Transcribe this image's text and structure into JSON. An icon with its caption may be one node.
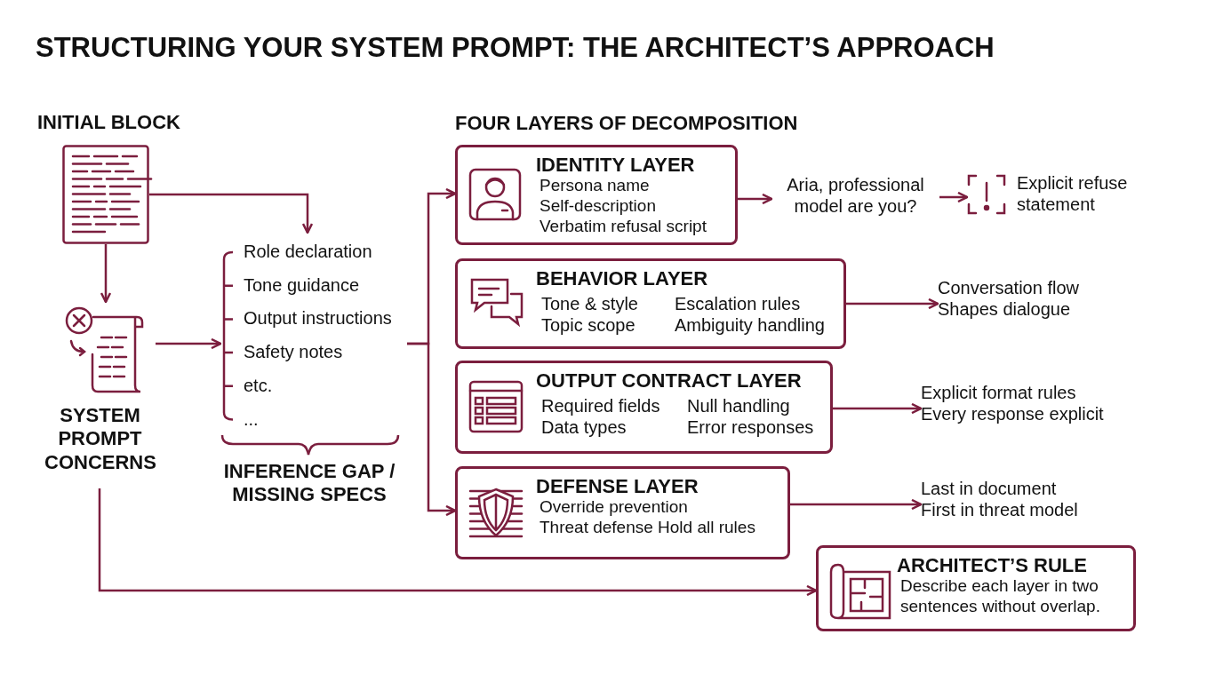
{
  "diagram": {
    "title": "STRUCTURING YOUR SYSTEM PROMPT: THE ARCHITECT’S APPROACH",
    "nodes": [
      {
        "text": [
          "INITIAL BLOCK"
        ]
      },
      {
        "text": [
          "SYSTEM PROMPT CONCERNS"
        ]
      },
      {
        "text": [
          "Role declaration",
          "Tone guidance",
          "Output instructions",
          "Safety notes",
          "etc.",
          "..."
        ],
        "beside": [
          "INFERENCE GAP / MISSING SPECS"
        ]
      },
      {
        "text": [
          "IDENTITY LAYER",
          "Persona name",
          "Self-description",
          "Verbatim refusal script"
        ]
      },
      {
        "text": [
          "BEHAVIOR LAYER",
          "Tone & style",
          "Topic scope",
          "Escalation rules",
          "Ambiguity handling"
        ]
      },
      {
        "text": [
          "OUTPUT CONTRACT LAYER",
          "Required fields",
          "Data types",
          "Null handling",
          "Error responses"
        ]
      },
      {
        "text": [
          "DEFENSE LAYER",
          "Override prevention",
          "Threat defense Hold all rules"
        ]
      },
      {
        "text": [
          "Aria, professional model are you?"
        ]
      },
      {
        "text": [
          "Explicit refuse statement"
        ]
      },
      {
        "text": [
          "Conversation flow",
          "Shapes dialogue"
        ]
      },
      {
        "text": [
          "Explicit format rules",
          "Every response explicit"
        ]
      },
      {
        "text": [
          "Last in document",
          "First in threat model"
        ]
      },
      {
        "text": [
          "ARCHITECT’S RULE",
          "Describe each layer in two sentences without overlap."
        ]
      }
    ],
    "edges": [
      {
        "from": 0,
        "to": 2,
        "arrow": "to"
      },
      {
        "from": 0,
        "to": 1,
        "arrow": "to"
      },
      {
        "from": 1,
        "to": 2,
        "arrow": "to"
      },
      {
        "from": 2,
        "to": 3,
        "arrow": "to"
      },
      {
        "from": 2,
        "to": 6,
        "arrow": "to"
      },
      {
        "from": 3,
        "to": 7,
        "arrow": "to"
      },
      {
        "from": 7,
        "to": 8,
        "arrow": "to"
      },
      {
        "from": 4,
        "to": 9,
        "arrow": "to"
      },
      {
        "from": 5,
        "to": 10,
        "arrow": "to"
      },
      {
        "from": 6,
        "to": 11,
        "arrow": "to"
      },
      {
        "from": 1,
        "to": 12,
        "arrow": "to"
      }
    ],
    "labels": [
      "FOUR LAYERS OF DECOMPOSITION"
    ]
  }
}
